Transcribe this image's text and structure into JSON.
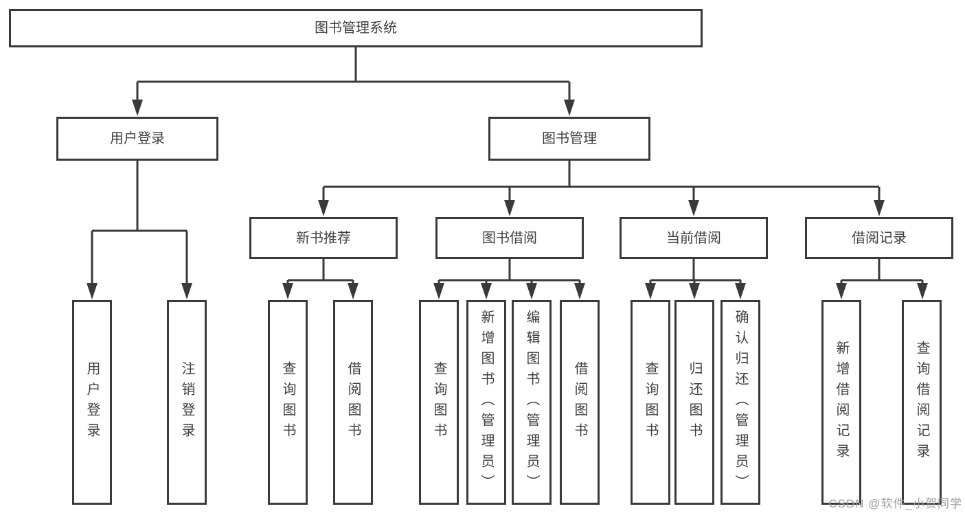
{
  "diagram": {
    "root": {
      "label": "图书管理系统"
    },
    "branches": [
      {
        "label": "用户登录",
        "children": [
          {
            "label": "用户登录"
          },
          {
            "label": "注销登录"
          }
        ]
      },
      {
        "label": "图书管理",
        "children": [
          {
            "label": "新书推荐",
            "children": [
              {
                "label": "查询图书"
              },
              {
                "label": "借阅图书"
              }
            ]
          },
          {
            "label": "图书借阅",
            "children": [
              {
                "label": "查询图书"
              },
              {
                "label": "新增图书（管理员）"
              },
              {
                "label": "编辑图书（管理员）"
              },
              {
                "label": "借阅图书"
              }
            ]
          },
          {
            "label": "当前借阅",
            "children": [
              {
                "label": "查询图书"
              },
              {
                "label": "归还图书"
              },
              {
                "label": "确认归还（管理员）"
              }
            ]
          },
          {
            "label": "借阅记录",
            "children": [
              {
                "label": "新增借阅记录"
              },
              {
                "label": "查询借阅记录"
              }
            ]
          }
        ]
      }
    ]
  },
  "watermark": {
    "text": "CSDN @软件_小贺同学"
  },
  "colors": {
    "line": "#3a3a3a",
    "text": "#3f3f3f",
    "watermark": "#9d9d9d",
    "background": "#ffffff"
  }
}
